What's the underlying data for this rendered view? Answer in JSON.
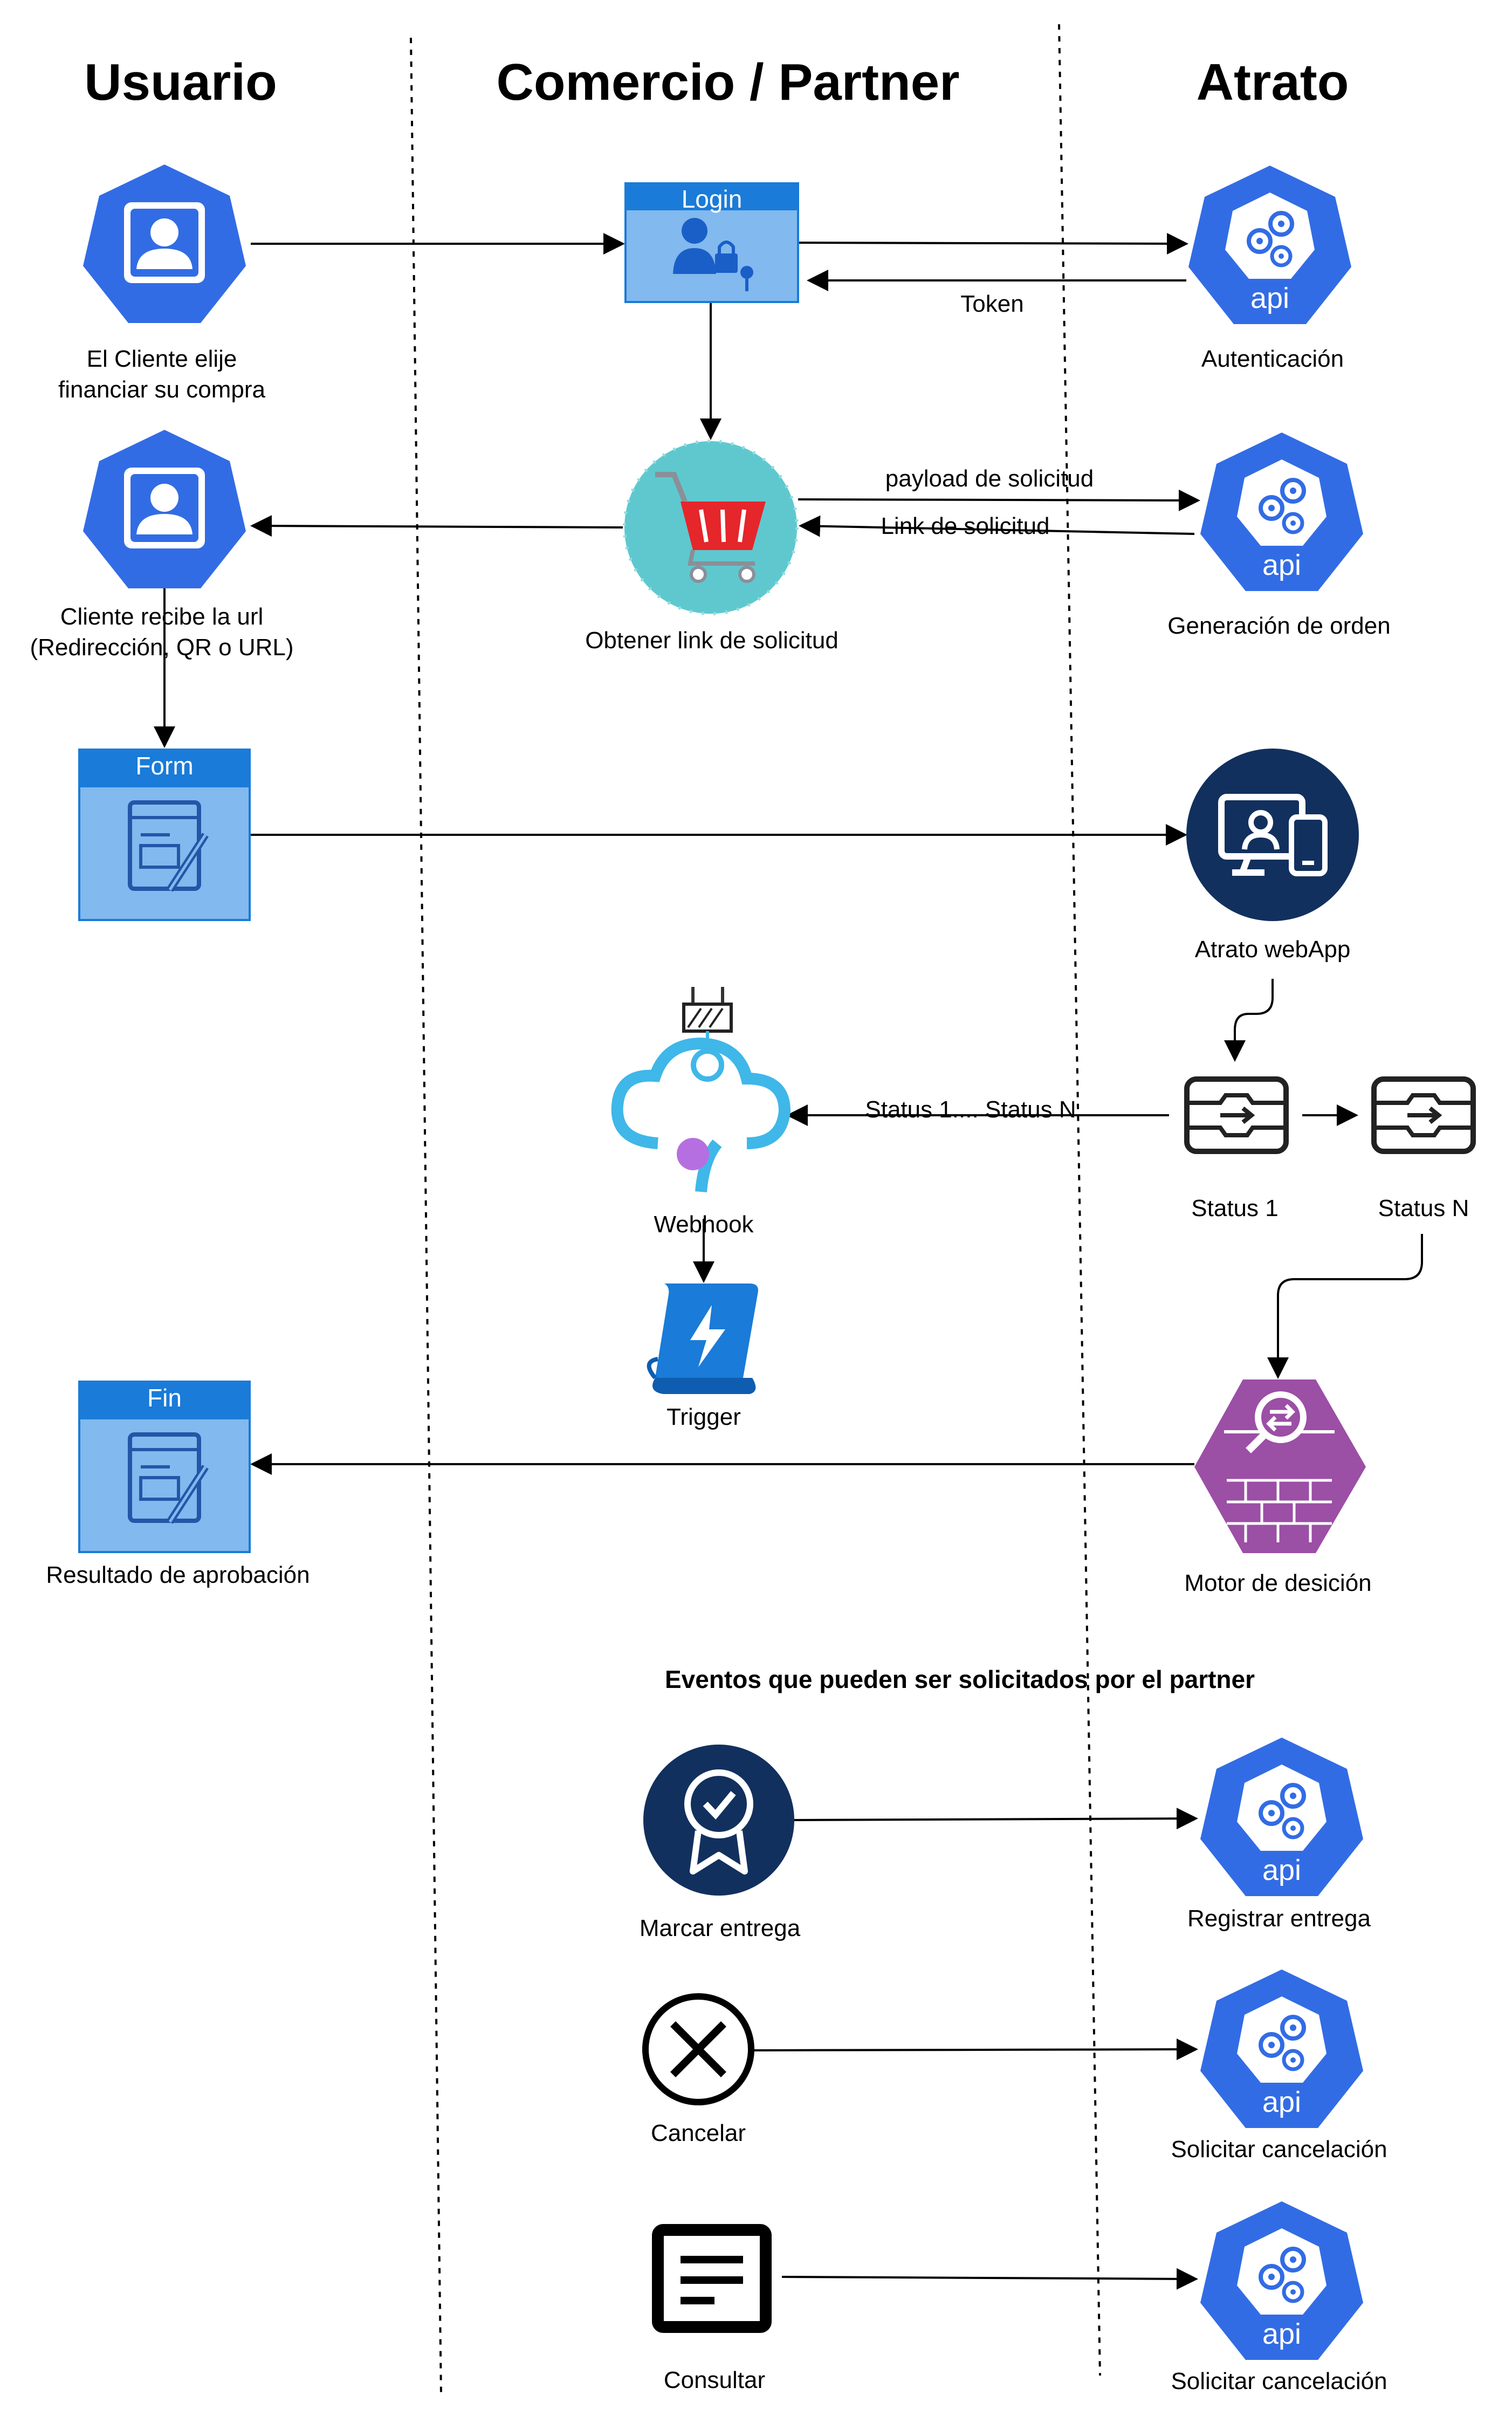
{
  "lanes": {
    "usuario": "Usuario",
    "comercio": "Comercio / Partner",
    "atrato": "Atrato"
  },
  "nodes": {
    "cliente_elije": {
      "line1": "El Cliente elije",
      "line2": "financiar su compra"
    },
    "login": {
      "title": "Login"
    },
    "autenticacion": {
      "label": "Autenticación",
      "icon_text": "api"
    },
    "cliente_recibe": {
      "line1": "Cliente recibe la url",
      "line2": "(Redirección, QR o URL)"
    },
    "obtener_link": {
      "label": "Obtener link de solicitud"
    },
    "generacion_orden": {
      "label": "Generación de orden",
      "icon_text": "api"
    },
    "form": {
      "title": "Form"
    },
    "webapp": {
      "label": "Atrato webApp"
    },
    "webhook": {
      "label": "Webhook"
    },
    "status_1": {
      "label": "Status 1"
    },
    "status_n": {
      "label": "Status N"
    },
    "trigger": {
      "label": "Trigger"
    },
    "fin": {
      "title": "Fin",
      "label": "Resultado de aprobación"
    },
    "motor": {
      "label": "Motor de desición"
    },
    "marcar_entrega": {
      "label": "Marcar entrega"
    },
    "registrar_entrega": {
      "label": "Registrar entrega",
      "icon_text": "api"
    },
    "cancelar": {
      "label": "Cancelar"
    },
    "solicitar_cancelacion_1": {
      "label": "Solicitar cancelación",
      "icon_text": "api"
    },
    "consultar": {
      "label": "Consultar"
    },
    "solicitar_cancelacion_2": {
      "label": "Solicitar cancelación",
      "icon_text": "api"
    }
  },
  "edges": {
    "token": "Token",
    "payload": "payload de solicitud",
    "link": "Link de solicitud",
    "status_range": "Status 1.... Status N"
  },
  "events_title": "Eventos que pueden ser solicitados por el partner",
  "colors": {
    "kube_blue": "#326CE5",
    "panel_blue": "#82B9EE",
    "panel_header": "#1A7BD8",
    "navy": "#12305E",
    "purple": "#9B4FA5",
    "cart_bg": "#5FC8CF"
  }
}
